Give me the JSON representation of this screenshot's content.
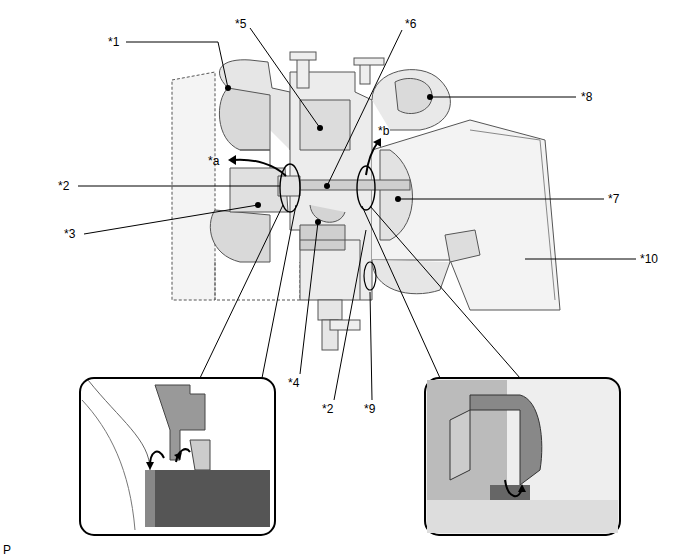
{
  "diagram": {
    "labels": [
      "*1",
      "*5",
      "*6",
      "*8",
      "*b",
      "*a",
      "*2",
      "*7",
      "*3",
      "*10",
      "*4",
      "*2",
      "*9",
      "P"
    ]
  }
}
